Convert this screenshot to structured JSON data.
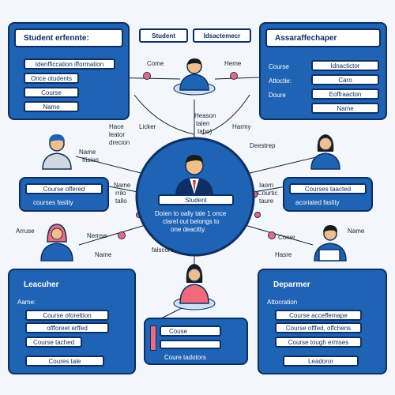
{
  "colors": {
    "panel_blue": "#1f63b5",
    "dark_navy": "#0e2f63",
    "node_pink": "#ef6b7b",
    "background": "#f3f7fb"
  },
  "top_tabs": {
    "tab1": "Student",
    "tab2": "Idsactemecr"
  },
  "panels": {
    "student": {
      "title": "Student  erfennte:",
      "fields": [
        "Idenfficcation ifformation",
        "Once otudents",
        "Course",
        "Name"
      ]
    },
    "right_top": {
      "title": "Assaraffechaper",
      "rows": [
        {
          "label": "Course",
          "value": "Idnactictor"
        },
        {
          "label": "Attoctie:",
          "value": "Caro"
        },
        {
          "label": "Doure",
          "value": "Eoffraacton"
        }
      ],
      "field_last": "Name"
    },
    "left_mid": {
      "field": "Course offered",
      "text": "courses faslity"
    },
    "right_mid": {
      "field": "Courses taacted",
      "text": "acoriated faslity"
    },
    "teacher": {
      "title": "Leacuher",
      "label": "Aame:",
      "fields": [
        "Course oforettion",
        "offforeet erffed",
        "Course tached",
        "Coures tale"
      ]
    },
    "department": {
      "title": "Deparmer",
      "label": "Attocration",
      "fields": [
        "Course acceffemape",
        "Course offfed, offchens",
        "Course tough  ermses",
        "Leadoror"
      ]
    },
    "course_card": {
      "field": "Couse",
      "footer": "Coure tadotors"
    }
  },
  "center": {
    "title": "Student",
    "description_line1": "Doten to oally tale 1 once",
    "description_line2": "clarel  out belongs to",
    "description_line3": "one  deacitty."
  },
  "labels": {
    "top_left": "Come",
    "top_right": "Heme",
    "has_lecture_1": "Hace",
    "has_lecture_2": "leator",
    "has_lecture_3": "drecion",
    "lecker": "Licker",
    "heason_1": "Heason",
    "heason_2": "talen",
    "heason_3": "tabo)",
    "harmy": "Harmy",
    "name_ifision_1": "Name",
    "name_ifision_2": "Ifision",
    "deestrep": "Deestrep",
    "mid_left_1": "Name",
    "mid_left_2": "rrilo",
    "mid_left_3": "tallo",
    "mid_right_1": "Iaorn",
    "mid_right_2": "Courtic",
    "mid_right_3": "taure",
    "arruse": "Arruse",
    "nemse": "Nemse",
    "name_low": "Name",
    "coner": "Coner",
    "hasre": "Hasre",
    "name_right": "Name",
    "falscore": "falscore"
  }
}
